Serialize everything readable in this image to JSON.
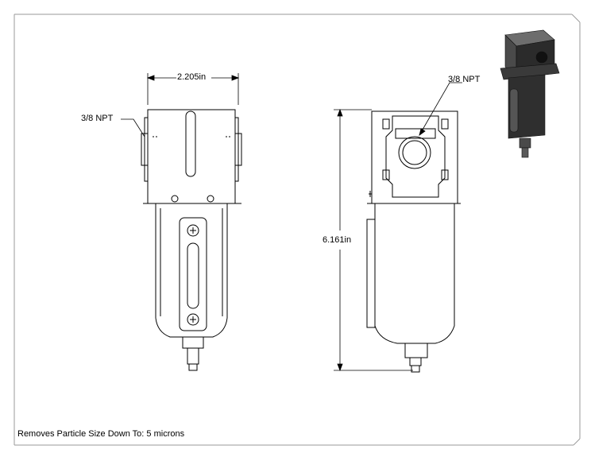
{
  "drawing": {
    "width_dimension": "2.205in",
    "height_dimension": "6.161in",
    "front_port_label": "3/8 NPT",
    "side_port_label": "3/8 NPT",
    "footer_note": "Removes Particle Size Down To: 5 microns"
  },
  "colors": {
    "line": "#000000",
    "frame": "#9a9a9a",
    "iso_dark": "#2b2b2b",
    "iso_mid": "#4a4a4a",
    "iso_light": "#6d6d6d"
  }
}
